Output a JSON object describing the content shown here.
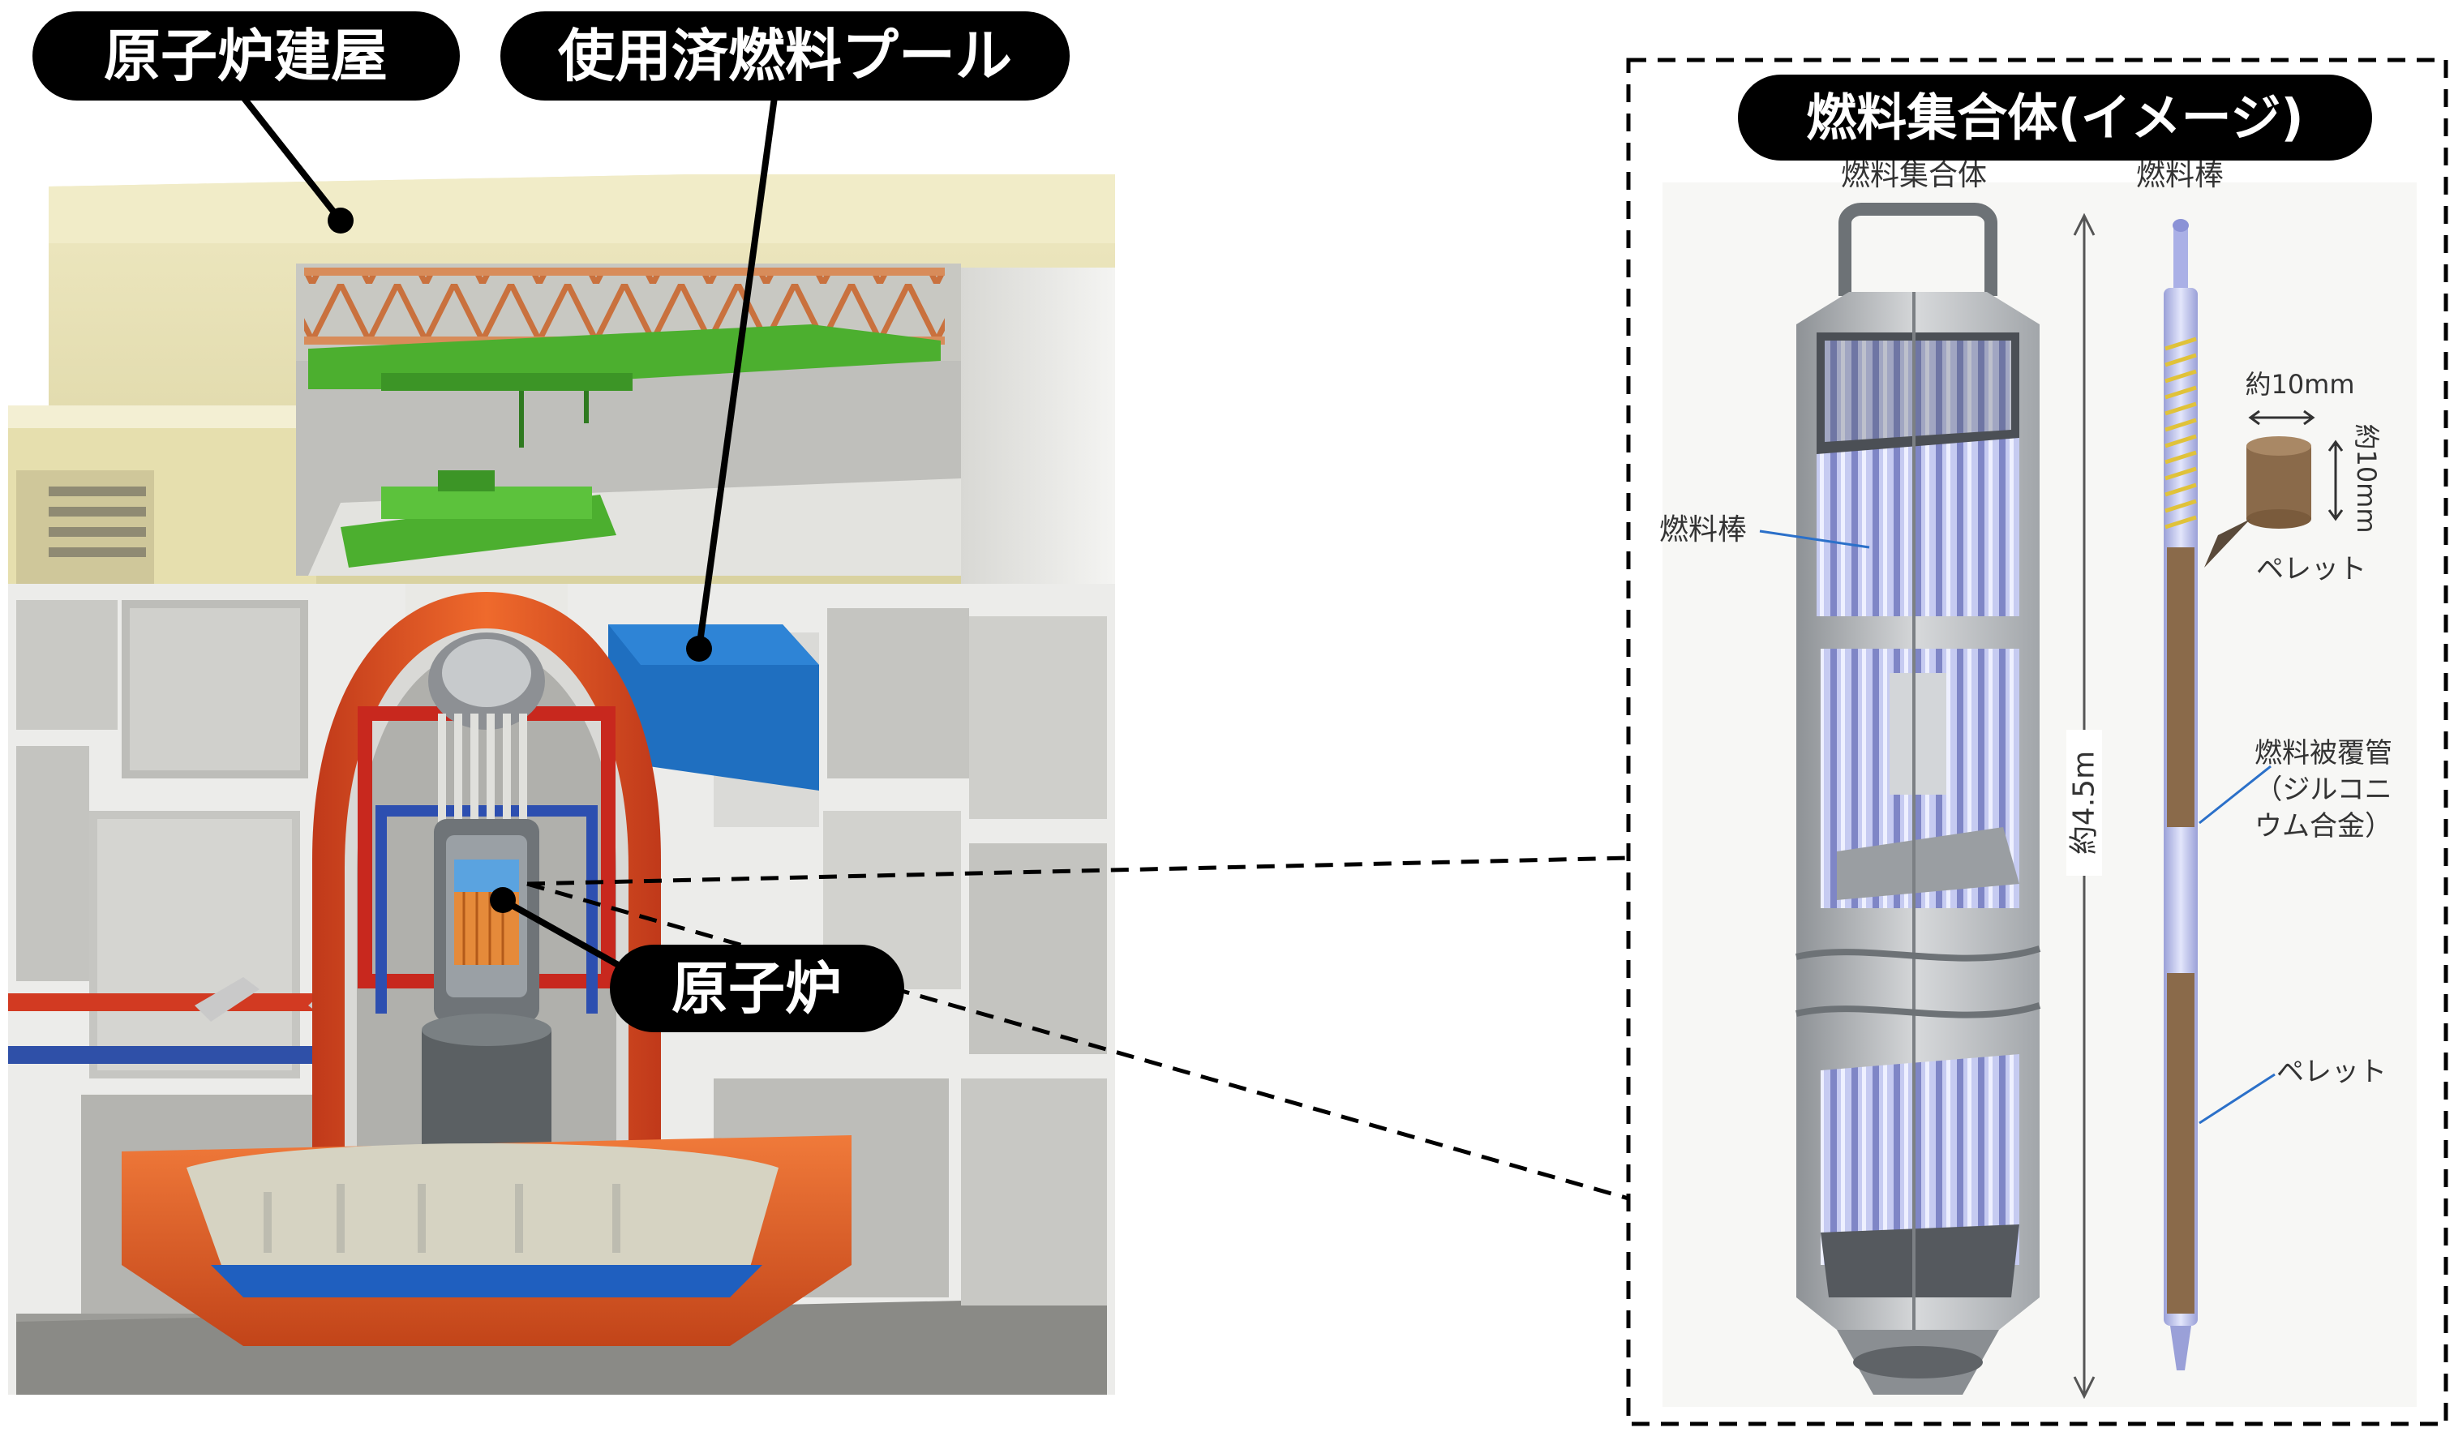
{
  "labels": {
    "reactor_building": "原子炉建屋",
    "spent_fuel_pool": "使用済燃料プール",
    "reactor": "原子炉",
    "fuel_assembly_image": "燃料集合体(イメージ)"
  },
  "fuel_panel": {
    "assembly_heading": "燃料集合体",
    "rod_heading": "燃料棒",
    "fuel_rod_callout": "燃料棒",
    "length": "約4.5m",
    "pellet_width": "約10mm",
    "pellet_height": "約10mm",
    "pellet_top": "ペレット",
    "cladding_line1": "燃料被覆管",
    "cladding_line2": "（ジルコニ",
    "cladding_line3": "ウム合金）",
    "pellet_lower": "ペレット"
  },
  "colors": {
    "building_beige": "#e9e3b4",
    "concrete": "#e6e6e2",
    "vessel_orange": "#e2501e",
    "pool_blue": "#1f6fc0",
    "crane_green": "#4caf2f",
    "truss_copper": "#d88c5a",
    "label_black": "#000000",
    "fuel_rod_blue": "#b8bde8",
    "pellet_brown": "#8a6a4a",
    "spring_yellow": "#e0c23a"
  }
}
